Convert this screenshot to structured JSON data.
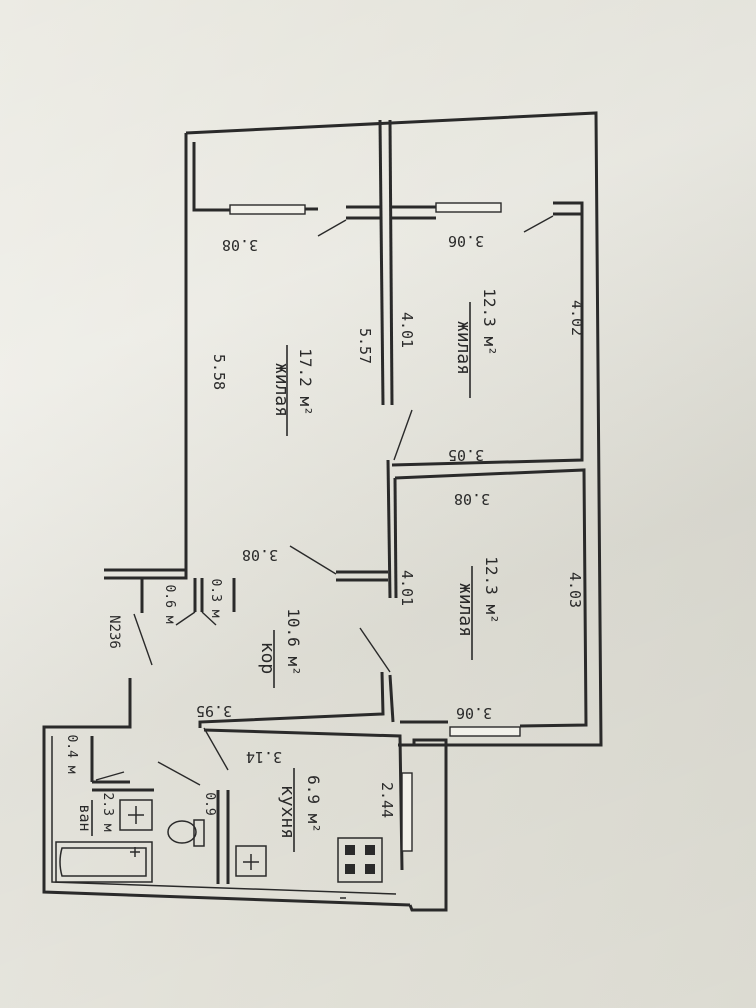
{
  "plan": {
    "living1": {
      "name": "жилая",
      "area": "17.2 м²",
      "dim_long_a": "5.58",
      "dim_long_b": "5.57",
      "height": "3.08"
    },
    "living2": {
      "name": "жилая",
      "area": "12.3 м²",
      "dim_long_a": "4.01",
      "dim_long_b": "4.02",
      "height_top": "3.06",
      "height_bottom": "3.05"
    },
    "living3": {
      "name": "жилая",
      "area": "12.3 м²",
      "dim_long_a": "4.01",
      "dim_long_b": "4.03",
      "height_top": "3.08",
      "height_bottom": "3.06"
    },
    "corridor": {
      "name": "кор",
      "area": "10.6 м²",
      "height": "3.08",
      "dim": "3.95",
      "number": "N236"
    },
    "kitchen": {
      "name": "кухня",
      "area": "6.9 м²",
      "dim_a": "3.14",
      "dim_b": "2.44"
    },
    "bathroom": {
      "name": "ван",
      "area": "2.3 м",
      "dim": "0.4 м",
      "dim_b": "0.9"
    },
    "closets": {
      "a": "0.6 м",
      "b": "0.3 м"
    }
  }
}
